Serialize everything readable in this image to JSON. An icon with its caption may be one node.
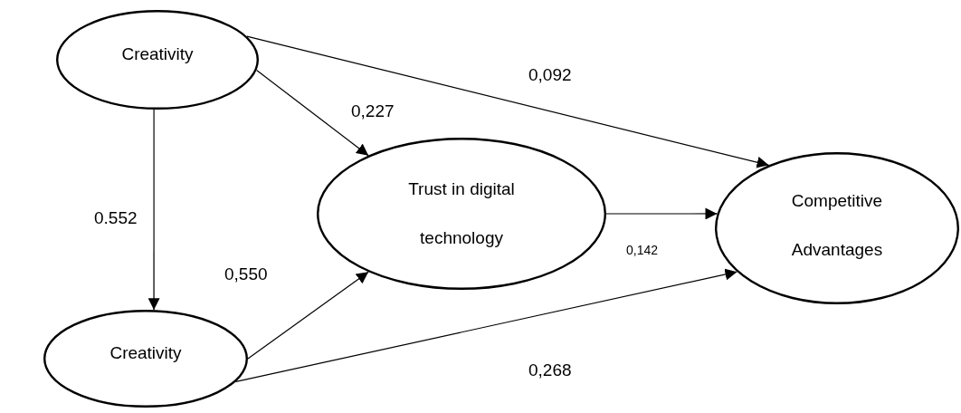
{
  "diagram": {
    "nodes": [
      {
        "text": [
          "Creativity"
        ]
      },
      {
        "text": [
          "Creativity"
        ]
      },
      {
        "text": [
          "Trust in digital technology"
        ]
      },
      {
        "text": [
          "Competitive Advantages"
        ]
      }
    ],
    "edges": [
      {
        "from": 0,
        "to": 1,
        "arrow": "to",
        "label": "0.552"
      },
      {
        "from": 0,
        "to": 2,
        "arrow": "to",
        "label": "0,227"
      },
      {
        "from": 0,
        "to": 3,
        "arrow": "to",
        "label": "0,092"
      },
      {
        "from": 1,
        "to": 2,
        "arrow": "to",
        "label": "0,550"
      },
      {
        "from": 1,
        "to": 3,
        "arrow": "to",
        "label": "0,268"
      },
      {
        "from": 2,
        "to": 3,
        "arrow": "to",
        "label": "0,142"
      }
    ]
  }
}
